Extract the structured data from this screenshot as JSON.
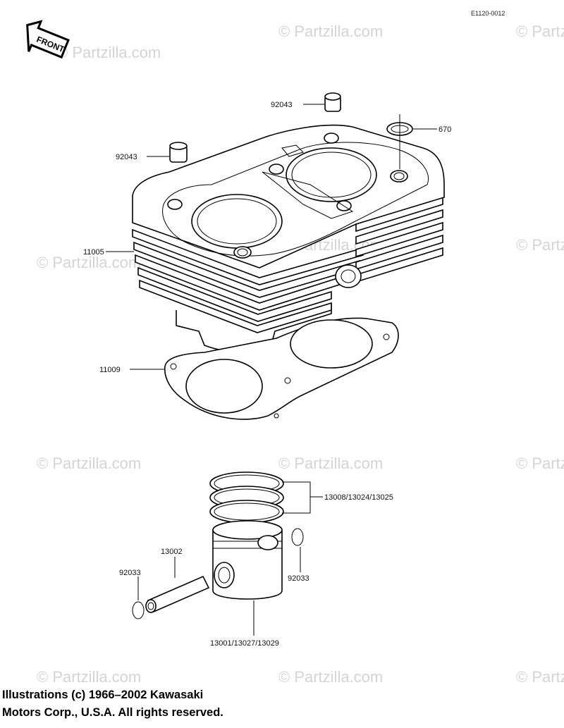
{
  "diagram": {
    "code": "E1120-0012",
    "front_label": "FRONT",
    "watermark": "© Partzilla.com",
    "callouts": {
      "dowel_top": "92043",
      "dowel_left": "92043",
      "oring": "670",
      "cylinder": "11005",
      "gasket": "11009",
      "rings": "13008/13024/13025",
      "pin": "13002",
      "clip_left": "92033",
      "clip_right": "92033",
      "piston": "13001/13027/13029"
    }
  },
  "copyright": {
    "line1": "Illustrations (c) 1966–2002 Kawasaki",
    "line2": "Motors Corp., U.S.A.  All rights reserved."
  }
}
